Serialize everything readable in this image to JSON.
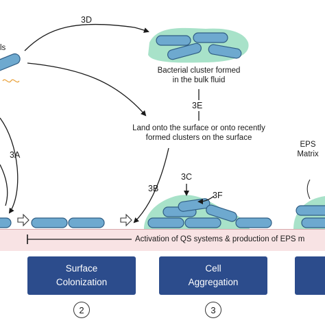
{
  "labels": {
    "partial_cells": "ls",
    "cluster_bulk_line1": "Bacterial cluster formed",
    "cluster_bulk_line2": "in the bulk fluid",
    "land_line1": "Land onto the surface or onto recently",
    "land_line2": "formed clusters on the surface",
    "eps_line1": "EPS",
    "eps_line2": "Matrix",
    "qs_activation": "Activation of QS systems & production of EPS m"
  },
  "steps": {
    "s3d": "3D",
    "s3e": "3E",
    "s3a": "3A",
    "s3b": "3B",
    "s3c": "3C",
    "s3f": "3F"
  },
  "stages": [
    {
      "title_line1": "Surface",
      "title_line2": "Colonization",
      "number": "2"
    },
    {
      "title_line1": "Cell",
      "title_line2": "Aggregation",
      "number": "3"
    }
  ],
  "colors": {
    "bacterium_fill": "#6ea9cf",
    "bacterium_stroke": "#2f5d84",
    "eps_matrix": "#92dbbc",
    "surface_band": "#f8e3e4",
    "stage_box": "#2c4c8c"
  }
}
